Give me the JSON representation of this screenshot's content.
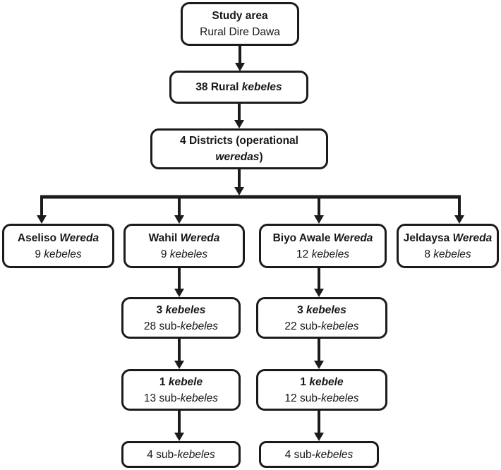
{
  "diagram": {
    "type": "flowchart",
    "colors": {
      "background": "#ffffff",
      "box_fill": "#ffffff",
      "box_border": "#1b1b1b",
      "text": "#171717",
      "connector": "#1b1b1b"
    },
    "nodes": [
      {
        "id": "study-area",
        "lines": [
          [
            {
              "t": "Study area",
              "b": true
            }
          ],
          [
            {
              "t": "Rural Dire Dawa"
            }
          ]
        ]
      },
      {
        "id": "rural-kebeles",
        "lines": [
          [
            {
              "t": "38 Rural ",
              "b": true
            },
            {
              "t": "kebeles",
              "b": true,
              "i": true
            }
          ]
        ]
      },
      {
        "id": "districts",
        "lines": [
          [
            {
              "t": "4 Districts (operational",
              "b": true
            }
          ],
          [
            {
              "t": "weredas",
              "b": true,
              "i": true
            },
            {
              "t": ")",
              "b": true
            }
          ]
        ]
      },
      {
        "id": "aseliso-wereda",
        "lines": [
          [
            {
              "t": "Aseliso ",
              "b": true
            },
            {
              "t": "Wereda",
              "b": true,
              "i": true
            }
          ],
          [
            {
              "t": "9 "
            },
            {
              "t": "kebeles",
              "i": true
            }
          ]
        ]
      },
      {
        "id": "wahil-wereda",
        "lines": [
          [
            {
              "t": "Wahil ",
              "b": true
            },
            {
              "t": "Wereda",
              "b": true,
              "i": true
            }
          ],
          [
            {
              "t": "9 "
            },
            {
              "t": "kebeles",
              "i": true
            }
          ]
        ]
      },
      {
        "id": "biyo-awale-wereda",
        "lines": [
          [
            {
              "t": "Biyo Awale ",
              "b": true
            },
            {
              "t": "Wereda",
              "b": true,
              "i": true
            }
          ],
          [
            {
              "t": "12 "
            },
            {
              "t": "kebeles",
              "i": true
            }
          ]
        ]
      },
      {
        "id": "jeldaysa-wereda",
        "lines": [
          [
            {
              "t": "Jeldaysa ",
              "b": true
            },
            {
              "t": "Wereda",
              "b": true,
              "i": true
            }
          ],
          [
            {
              "t": "8 "
            },
            {
              "t": "kebeles",
              "i": true
            }
          ]
        ]
      },
      {
        "id": "wahil-3-kebeles",
        "lines": [
          [
            {
              "t": "3 ",
              "b": true
            },
            {
              "t": "kebeles",
              "b": true,
              "i": true
            }
          ],
          [
            {
              "t": "28 sub-"
            },
            {
              "t": "kebeles",
              "i": true
            }
          ]
        ]
      },
      {
        "id": "biyo-3-kebeles",
        "lines": [
          [
            {
              "t": "3 ",
              "b": true
            },
            {
              "t": "kebeles",
              "b": true,
              "i": true
            }
          ],
          [
            {
              "t": "22 sub-"
            },
            {
              "t": "kebeles",
              "i": true
            }
          ]
        ]
      },
      {
        "id": "wahil-1-kebele",
        "lines": [
          [
            {
              "t": "1 ",
              "b": true
            },
            {
              "t": "kebele",
              "b": true,
              "i": true
            }
          ],
          [
            {
              "t": "13 sub-"
            },
            {
              "t": "kebeles",
              "i": true
            }
          ]
        ]
      },
      {
        "id": "biyo-1-kebele",
        "lines": [
          [
            {
              "t": "1 ",
              "b": true
            },
            {
              "t": "kebele",
              "b": true,
              "i": true
            }
          ],
          [
            {
              "t": "12 sub-"
            },
            {
              "t": "kebeles",
              "i": true
            }
          ]
        ]
      },
      {
        "id": "wahil-4-sub-kebeles",
        "lines": [
          [
            {
              "t": "4 sub-"
            },
            {
              "t": "kebeles",
              "i": true
            }
          ]
        ]
      },
      {
        "id": "biyo-4-sub-kebeles",
        "lines": [
          [
            {
              "t": "4 sub-"
            },
            {
              "t": "kebeles",
              "i": true
            }
          ]
        ]
      }
    ]
  }
}
